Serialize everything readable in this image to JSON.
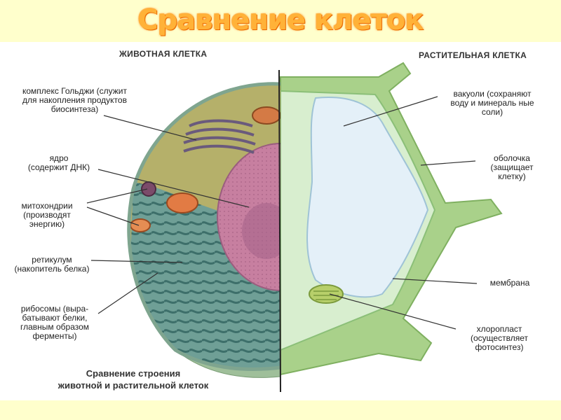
{
  "slide": {
    "title": "Сравнение клеток"
  },
  "figure": {
    "animal_heading": "ЖИВОТНАЯ КЛЕТКА",
    "plant_heading": "РАСТИТЕЛЬНАЯ КЛЕТКА",
    "caption": "Сравнение строения\nживотной и растительной клеток",
    "animal_labels": {
      "golgi": "комплекс Гольджи (служит\nдля накопления продуктов\nбиосинтеза)",
      "nucleus": "ядро\n(содержит ДНК)",
      "mitochondria": "митохондрии\n(производят\nэнергию)",
      "reticulum": "ретикулум\n(накопитель белка)",
      "ribosomes": "рибосомы (выра-\nбатывают белки,\nглавным образом\nферменты)"
    },
    "plant_labels": {
      "vacuole": "вакуоли (сохраняют\nводу и минераль ные\nсоли)",
      "wall": "оболочка\n(защищает\nклетку)",
      "membrane": "мембрана",
      "chloroplast": "хлоропласт\n(осуществляет\nфотосинтез)"
    }
  }
}
